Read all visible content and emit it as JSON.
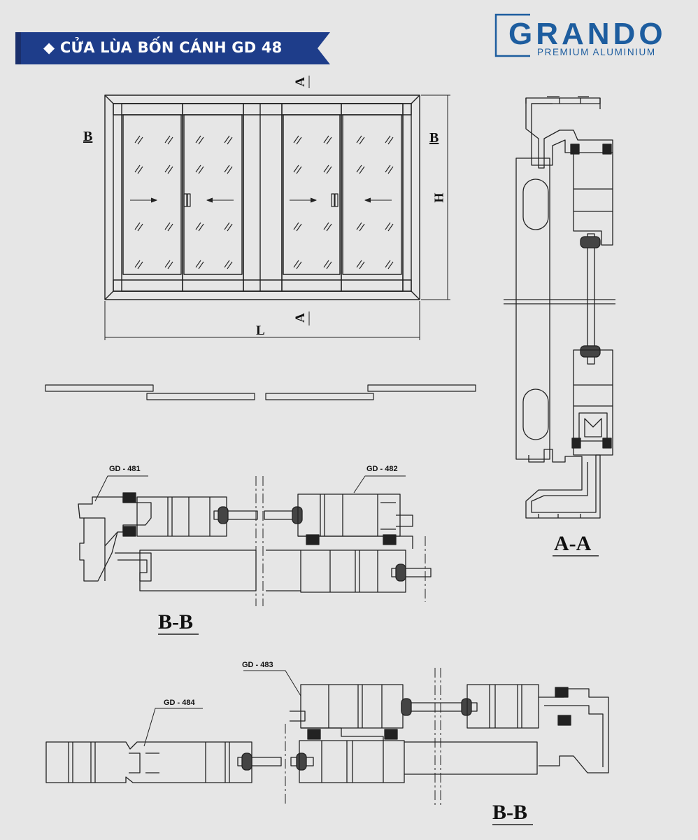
{
  "header": {
    "title": "◆ CỬA LÙA BỐN CÁNH GD 48",
    "banner_color": "#1e3d8a"
  },
  "brand": {
    "name": "GRANDO",
    "tagline": "PREMIUM ALUMINIUM",
    "color": "#1d5d9f"
  },
  "elevation": {
    "cut_a": "A",
    "cut_b": "B",
    "height_label": "H",
    "length_label": "L"
  },
  "profiles": {
    "gd481": "GD - 481",
    "gd482": "GD - 482",
    "gd483": "GD - 483",
    "gd484": "GD - 484"
  },
  "sections": {
    "aa": "A-A",
    "bb_top": "B-B",
    "bb_bottom": "B-B"
  }
}
